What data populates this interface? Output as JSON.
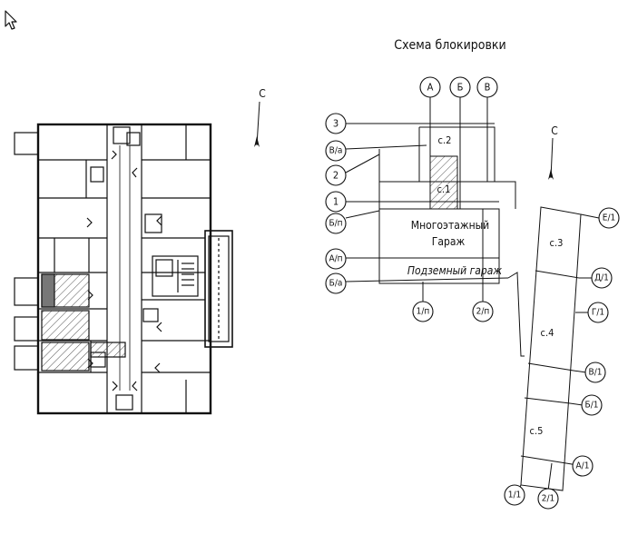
{
  "title": "Схема блокировки",
  "north_label": "С",
  "axes": {
    "top": [
      "А",
      "Б",
      "В"
    ],
    "left": [
      "3",
      "В/а",
      "2",
      "1",
      "Б/п",
      "А/п",
      "Б/а"
    ],
    "bottom_left": [
      "1/п",
      "2/п"
    ],
    "right": [
      "Е/1",
      "Д/1",
      "Г/1",
      "В/1",
      "Б/1",
      "А/1"
    ],
    "bottom_right": [
      "1/1",
      "2/1"
    ]
  },
  "sections": {
    "s2": "с.2",
    "s1": "с.1",
    "s3": "с.3",
    "s4": "с.4",
    "s5": "с.5"
  },
  "garage": {
    "line1": "Многоэтажный",
    "line2": "Гараж",
    "underground": "Подземный гараж"
  },
  "colors": {
    "ink": "#111111",
    "hatch": "#555555"
  }
}
